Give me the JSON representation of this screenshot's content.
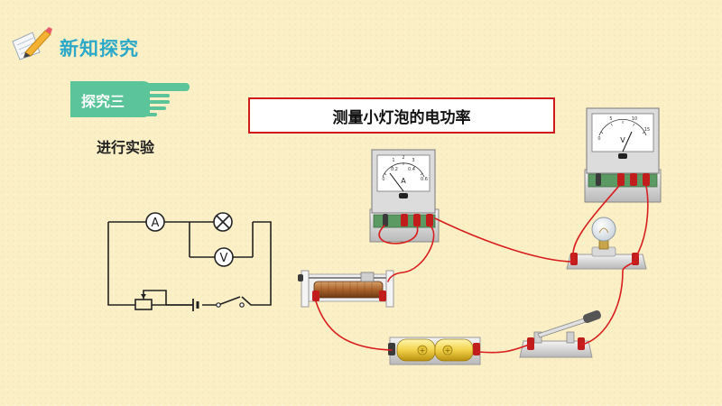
{
  "header": {
    "title": "新知探究",
    "icon": "pencil-notebook-icon"
  },
  "section": {
    "label": "探究三"
  },
  "subheading": "进行实验",
  "experiment_title": "测量小灯泡的电功率",
  "circuit": {
    "ammeter_symbol": "A",
    "voltmeter_symbol": "V"
  },
  "ammeter": {
    "unit": "A",
    "scale_labels": [
      "0",
      "0.2",
      "0.4",
      "0.6"
    ],
    "top_labels": [
      "1",
      "2",
      "3"
    ]
  },
  "voltmeter": {
    "unit": "V",
    "scale_labels": [
      "0",
      "5",
      "10",
      "15"
    ],
    "top_labels": [
      "1",
      "2",
      "3"
    ]
  },
  "battery_plus": "+",
  "colors": {
    "background": "#fbefc6",
    "header_text": "#2ca8c8",
    "tab_fill": "#5bc49a",
    "title_border": "#d11b1b",
    "wire": "#d81e1e"
  }
}
